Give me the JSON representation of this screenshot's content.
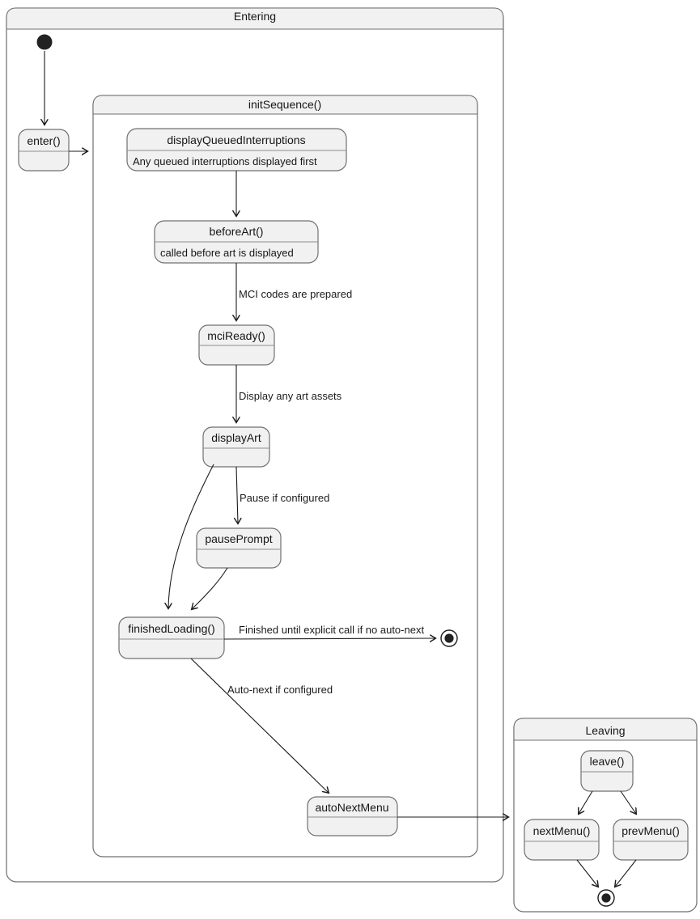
{
  "containers": {
    "entering": {
      "title": "Entering"
    },
    "init_sequence": {
      "title": "initSequence()"
    },
    "leaving": {
      "title": "Leaving"
    }
  },
  "states": {
    "enter": {
      "label": "enter()"
    },
    "display_queued_interruptions": {
      "label": "displayQueuedInterruptions",
      "description": "Any queued interruptions displayed first"
    },
    "before_art": {
      "label": "beforeArt()",
      "description": "called before art is displayed"
    },
    "mci_ready": {
      "label": "mciReady()"
    },
    "display_art": {
      "label": "displayArt"
    },
    "pause_prompt": {
      "label": "pausePrompt"
    },
    "finished_loading": {
      "label": "finishedLoading()"
    },
    "auto_next_menu": {
      "label": "autoNextMenu"
    },
    "leave": {
      "label": "leave()"
    },
    "next_menu": {
      "label": "nextMenu()"
    },
    "prev_menu": {
      "label": "prevMenu()"
    }
  },
  "transitions": {
    "before_art_to_mci_ready": {
      "label": "MCI codes are prepared"
    },
    "mci_ready_to_display_art": {
      "label": "Display any art assets"
    },
    "display_art_to_pause_prompt": {
      "label": "Pause if configured"
    },
    "finished_loading_to_final": {
      "label": "Finished until explicit call if no auto-next"
    },
    "finished_loading_to_auto_next": {
      "label": "Auto-next if configured"
    }
  },
  "colors": {
    "state_fill": "#f1f1f1",
    "state_border": "#707070",
    "container_border": "#6f6f6f",
    "arrow": "#1b1b1b",
    "background": "#ffffff"
  }
}
